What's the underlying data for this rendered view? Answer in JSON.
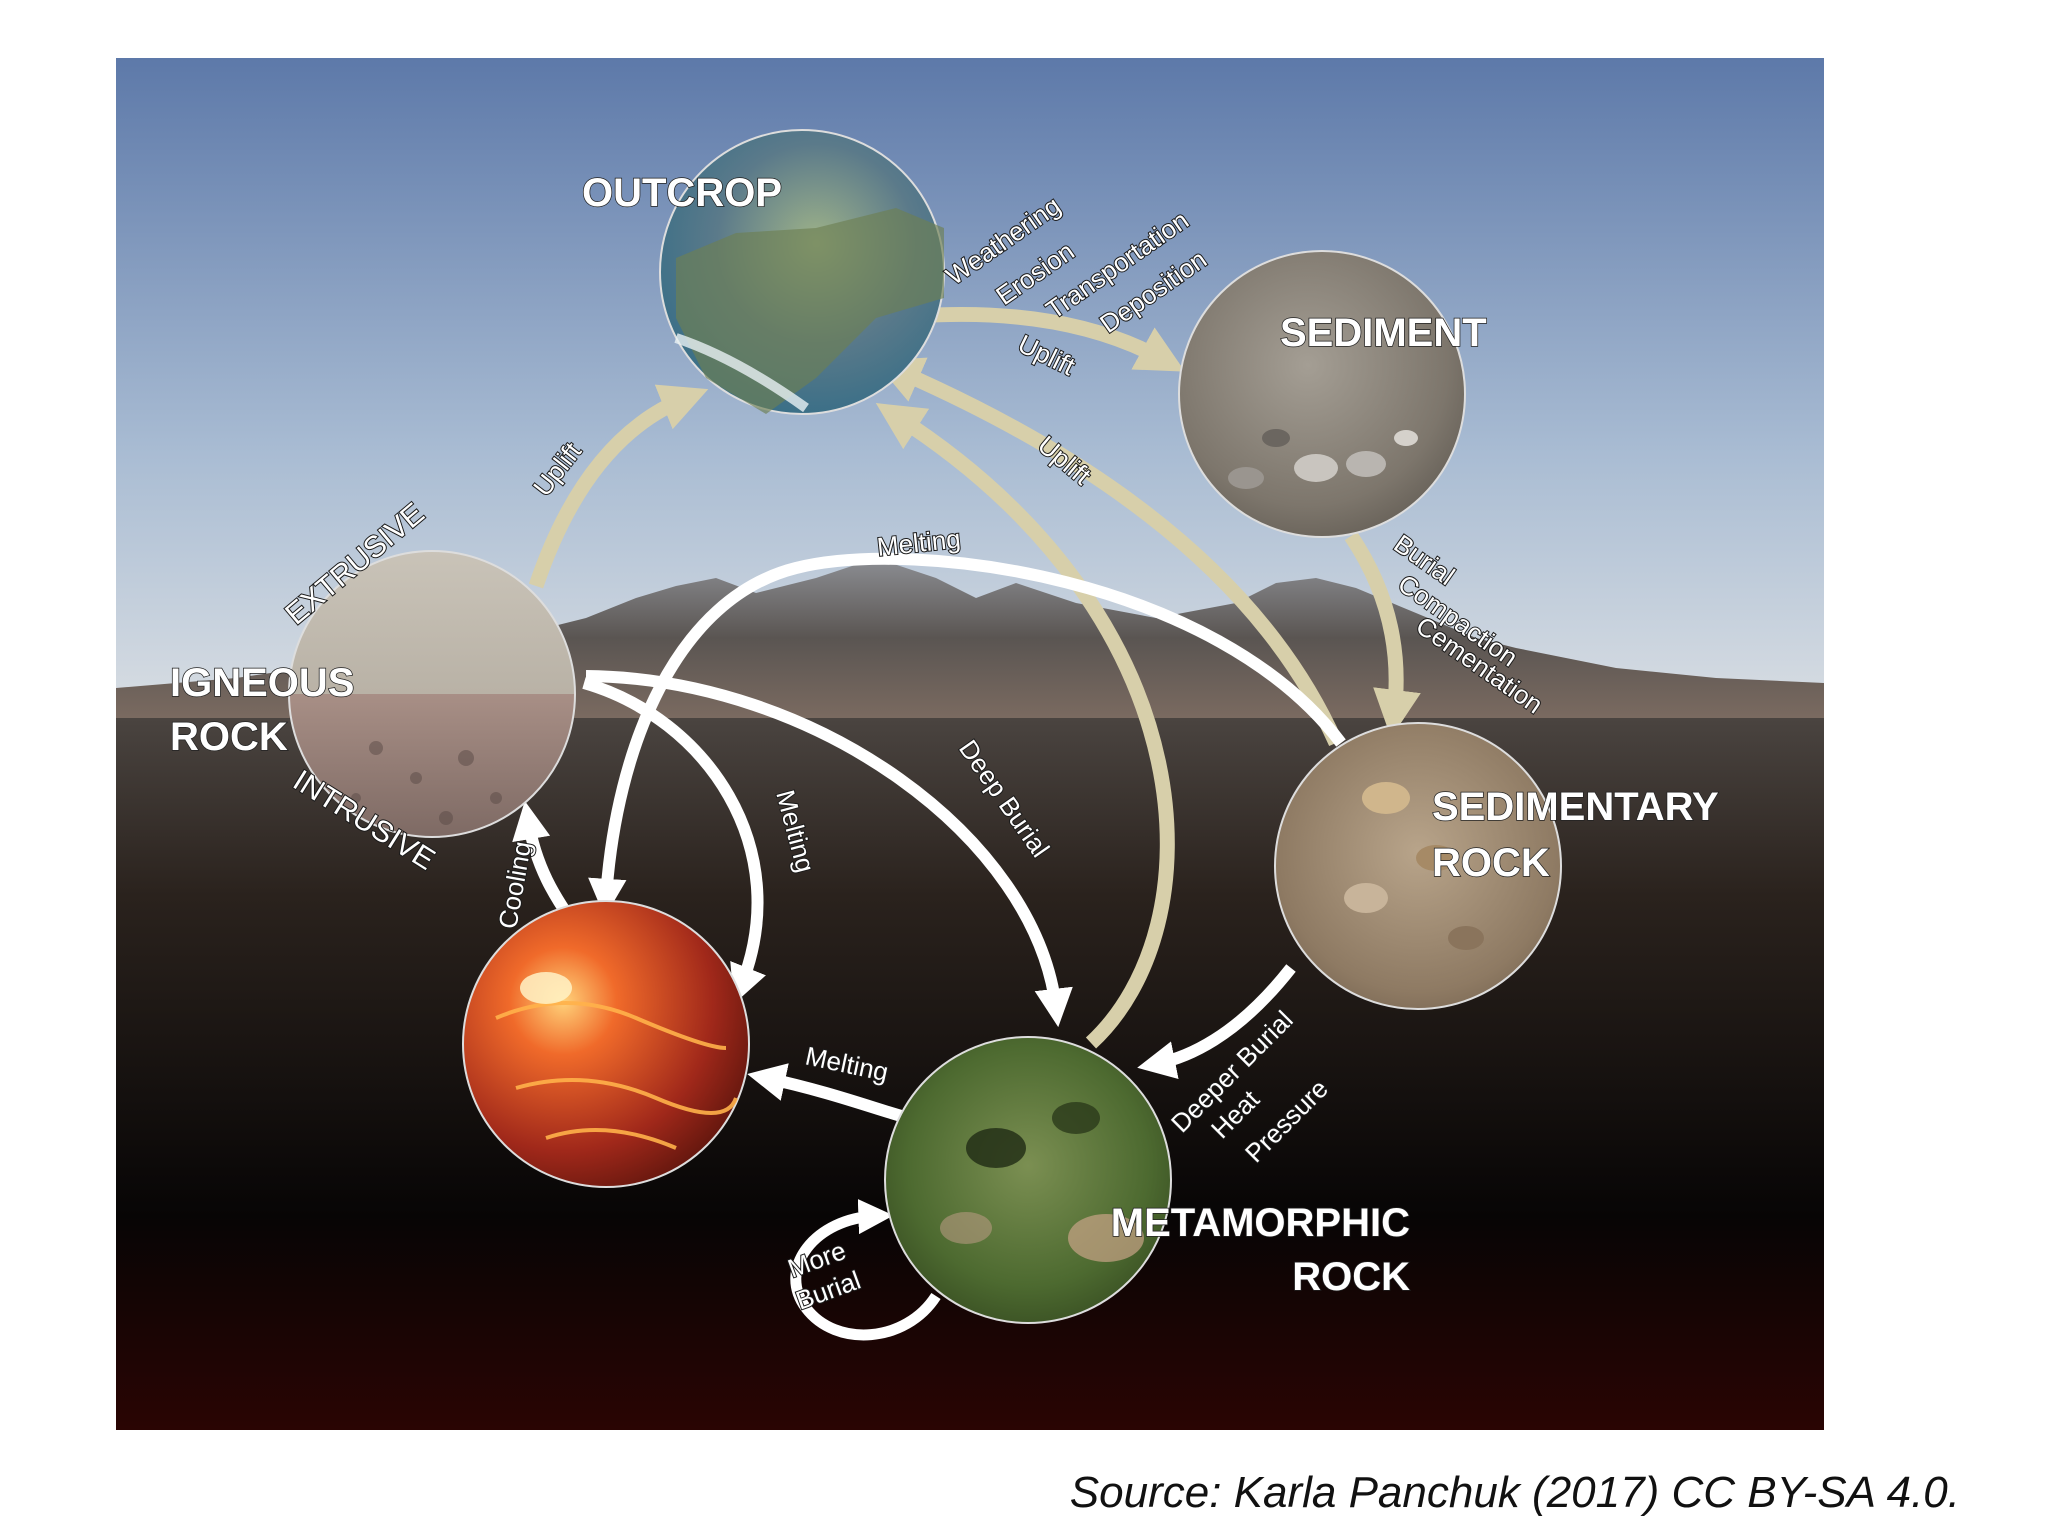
{
  "diagram": {
    "nodes": {
      "outcrop": "OUTCROP",
      "sediment": "SEDIMENT",
      "sedimentary_rock": [
        "SEDIMENTARY",
        "ROCK"
      ],
      "metamorphic_rock": [
        "METAMORPHIC",
        "ROCK"
      ],
      "igneous_rock": [
        "IGNEOUS",
        "ROCK"
      ],
      "extrusive": "EXTRUSIVE",
      "intrusive": "INTRUSIVE"
    },
    "processes": {
      "weathering": [
        "Weathering",
        "Erosion",
        "Transportation",
        "Deposition"
      ],
      "burial": [
        "Burial",
        "Compaction",
        "Cementation"
      ],
      "deeper_burial": [
        "Deeper Burial",
        "Heat",
        "Pressure"
      ],
      "more_burial": [
        "More",
        "Burial"
      ],
      "uplift": "Uplift",
      "melting": "Melting",
      "deep_burial": "Deep Burial",
      "cooling": "Cooling"
    }
  },
  "caption": "Source: Karla Panchuk (2017) CC BY-SA 4.0."
}
